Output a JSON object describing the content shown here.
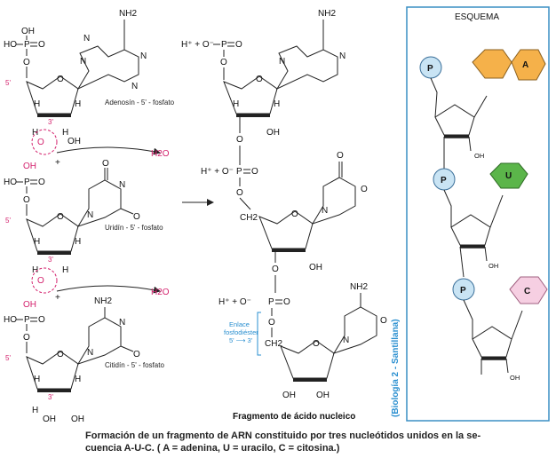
{
  "left_molecules": [
    {
      "label": "Adenosín - 5' - fosfato",
      "base": "NH2"
    },
    {
      "label": "Uridín - 5' - fosfato",
      "base": "O"
    },
    {
      "label": "Citidín - 5' - fosfato",
      "base": "NH2"
    }
  ],
  "atoms": {
    "h": "H",
    "oh": "OH",
    "ho": "HO",
    "o": "O",
    "p": "P",
    "n": "N",
    "nh2": "NH2",
    "ch2": "CH2",
    "h2o": "H2O",
    "plus": "+",
    "hplus_o": "H⁺ + O⁻",
    "five_prime": "5'",
    "three_prime": "3'"
  },
  "enlace_label": [
    "Enlace",
    "fosfodiéster",
    "5' ⟶ 3'"
  ],
  "product_title": "Fragmento de ácido nucleico",
  "schema": {
    "title": "ESQUEMA",
    "source": "(Biología 2 - Santillana)",
    "phosphate": "P",
    "bases": [
      "A",
      "U",
      "C"
    ],
    "ring_oh": "OH",
    "colors": {
      "phosphate": "#c9e4f4",
      "A": "#f5b14a",
      "U": "#5bb54a",
      "C": "#f6cfe2",
      "border": "#3a8fc4"
    }
  },
  "caption": [
    "Formación de un fragmento de ARN constituido por tres nucleótidos unidos en la se-",
    "cuencia A-U-C. ( A = adenina, U = uracilo, C = citosina.)"
  ]
}
